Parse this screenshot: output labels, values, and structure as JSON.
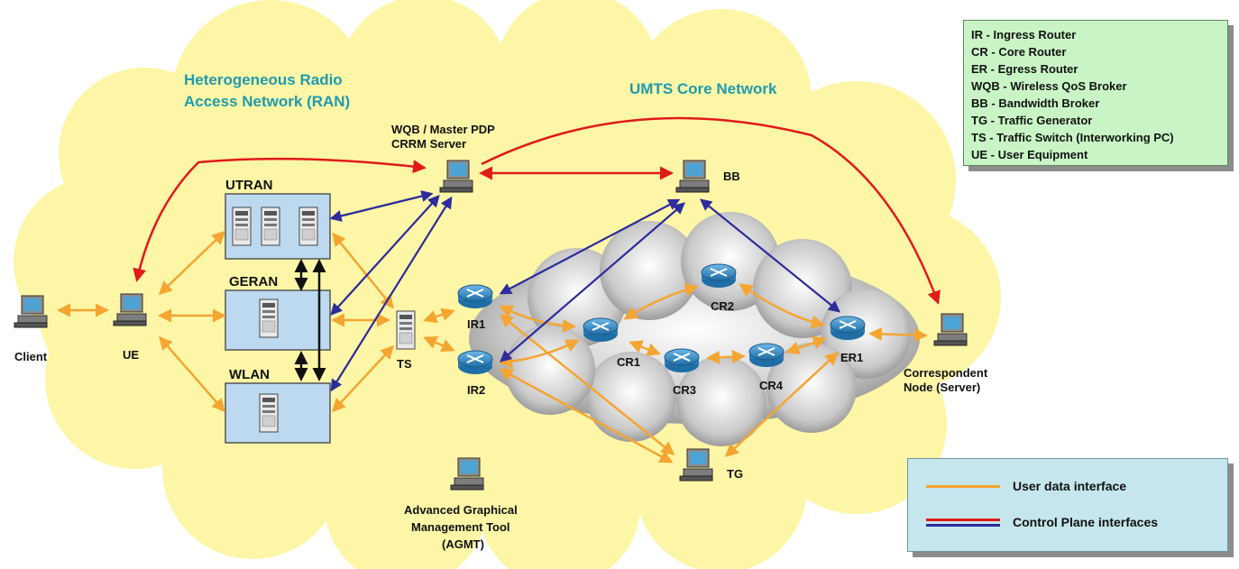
{
  "titles": {
    "ran": [
      "Heterogeneous Radio",
      "Access Network (RAN)"
    ],
    "core": "UMTS Core Network"
  },
  "nodes": {
    "client": "Client",
    "ue": "UE",
    "utran": "UTRAN",
    "geran": "GERAN",
    "wlan": "WLAN",
    "ts": "TS",
    "wqb": [
      "WQB / Master PDP",
      "CRRM Server"
    ],
    "bb": "BB",
    "ir1": "IR1",
    "ir2": "IR2",
    "cr1": "CR1",
    "cr2": "CR2",
    "cr3": "CR3",
    "cr4": "CR4",
    "er1": "ER1",
    "tg": "TG",
    "cn": [
      "Correspondent",
      "Node (Server)"
    ],
    "agmt": [
      "Advanced Graphical",
      "Management Tool",
      "(AGMT)"
    ]
  },
  "abbreviations": [
    "IR - Ingress Router",
    "CR - Core Router",
    "ER - Egress Router",
    "WQB - Wireless QoS Broker",
    "BB - Bandwidth Broker",
    "TG - Traffic Generator",
    "TS - Traffic Switch (Interworking PC)",
    "UE - User Equipment"
  ],
  "interfaces": {
    "user_data": "User data interface",
    "control": "Control Plane interfaces"
  },
  "colors": {
    "cloud": "#fdf6a6",
    "user_data": "#f5a531",
    "control_red": "#e11a1a",
    "control_blue": "#2c2c9c",
    "router": "#3a8fc8",
    "ran_box": "#bcd9ef"
  }
}
